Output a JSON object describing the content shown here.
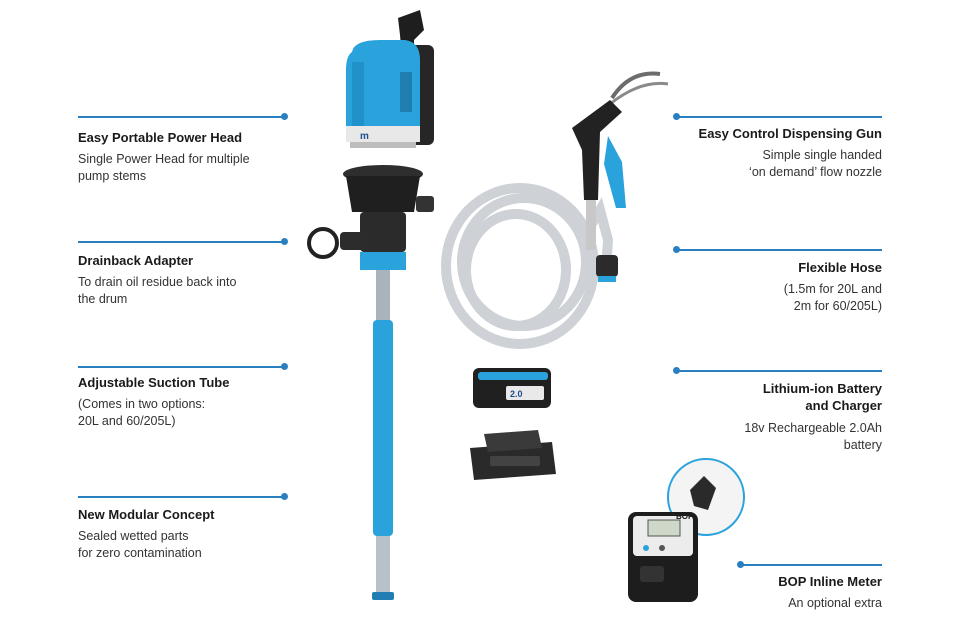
{
  "colors": {
    "accent": "#2a7fc1",
    "pump_blue": "#2aa3dd"
  },
  "features_left": [
    {
      "title": "Easy Portable Power Head",
      "desc": "Single Power Head for multiple\npump stems"
    },
    {
      "title": "Drainback Adapter",
      "desc": "To drain oil residue back into\nthe drum"
    },
    {
      "title": "Adjustable Suction Tube",
      "desc": "(Comes in two options:\n20L and 60/205L)"
    },
    {
      "title": "New Modular Concept",
      "desc": "Sealed wetted parts\nfor zero contamination"
    }
  ],
  "features_right": [
    {
      "title": "Easy Control Dispensing Gun",
      "desc": "Simple single handed\n‘on demand’ flow nozzle"
    },
    {
      "title": "Flexible Hose",
      "desc": "(1.5m for 20L and\n2m for 60/205L)"
    },
    {
      "title": "Lithium-ion Battery\nand Charger",
      "desc": "18v Rechargeable 2.0Ah\nbattery"
    },
    {
      "title": "BOP Inline Meter",
      "desc": "An optional extra"
    }
  ],
  "product_labels": {
    "meter_brand": "BOP",
    "battery_label": "2.0"
  }
}
